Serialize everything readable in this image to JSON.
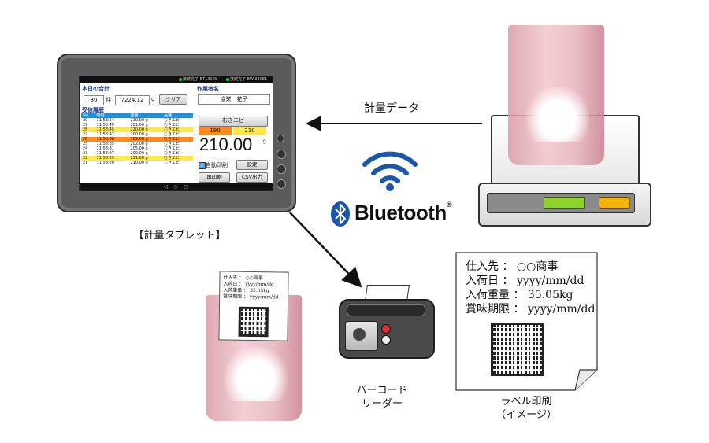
{
  "captions": {
    "tablet": "【計量タブレット】",
    "arrow_data": "計量データ",
    "bluetooth": "Bluetooth",
    "bluetooth_mark": "®",
    "barcode_reader_line1": "バーコード",
    "barcode_reader_line2": "リーダー",
    "label_print_line1": "ラベル印刷",
    "label_print_line2": "（イメージ）"
  },
  "tablet_screen": {
    "status_left": "",
    "status_conn1": "接続完了 BT13009",
    "status_conn2": "接続完了 BW-33081",
    "today_total_label": "本日の合計",
    "count_value": "30",
    "count_unit": "件",
    "weight_value": "7224.12",
    "weight_unit": "g",
    "clear_button": "クリア",
    "worker_label": "作業者名",
    "worker_name": "協栄　花子",
    "history_label": "受信履歴",
    "history_headers": [
      "No",
      "時刻",
      "重量",
      "品種"
    ],
    "history_rows": [
      [
        "30",
        "11:58:54",
        "210.00 g",
        "むきエビ"
      ],
      [
        "29",
        "11:58:49",
        "201.00 g",
        "むきエビ"
      ],
      [
        "28",
        "11:58:45",
        "220.00 g",
        "むきエビ"
      ],
      [
        "27",
        "11:58:42",
        "200.00 g",
        "むきエビ"
      ],
      [
        "26",
        "11:58:38",
        "189.00 g",
        "むきエビ"
      ],
      [
        "25",
        "11:58:35",
        "202.00 g",
        "むきエビ"
      ],
      [
        "24",
        "11:58:31",
        "205.00 g",
        "むきエビ"
      ],
      [
        "23",
        "11:58:27",
        "209.00 g",
        "むきエビ"
      ],
      [
        "22",
        "11:58:25",
        "211.00 g",
        "むきエビ"
      ],
      [
        "21",
        "11:58:20",
        "210.00 g",
        "むきエビ"
      ]
    ],
    "row_colors": [
      "#ffffff",
      "#ffffff",
      "#ffe84a",
      "#ffffff",
      "#ff8a1e",
      "#ffffff",
      "#ffffff",
      "#ffffff",
      "#ffe84a",
      "#ffffff"
    ],
    "product_button": "むきエビ",
    "lower_limit": "190",
    "upper_limit": "210",
    "current_weight": "210.00",
    "current_unit": "g",
    "auto_print": "自動印刷",
    "settings_button": "設定",
    "reprint_button": "再印刷",
    "csv_button": "CSV出力"
  },
  "label_large": {
    "lines": [
      [
        "仕入先",
        "：",
        "○○商事"
      ],
      [
        "入荷日",
        "：",
        "yyyy/mm/dd"
      ],
      [
        "入荷重量",
        "：",
        "35.05kg"
      ],
      [
        "賞味期限",
        "：",
        "yyyy/mm/dd"
      ]
    ]
  },
  "label_small": {
    "lines": [
      [
        "仕入先",
        "：",
        "○○商事"
      ],
      [
        "入荷日",
        "：",
        "yyyy/mm/dd"
      ],
      [
        "入荷重量",
        "：",
        "35.05kg"
      ],
      [
        "賞味期限",
        "：",
        "yyyy/mm/dd"
      ]
    ]
  },
  "colors": {
    "bluetooth_blue": "#1a57a8",
    "history_header": "#1e90d8",
    "limit_low": "#ff8a1e",
    "limit_high": "#ffe84a",
    "scale_green": "#8ed32a",
    "scale_yellow": "#f4b400"
  }
}
